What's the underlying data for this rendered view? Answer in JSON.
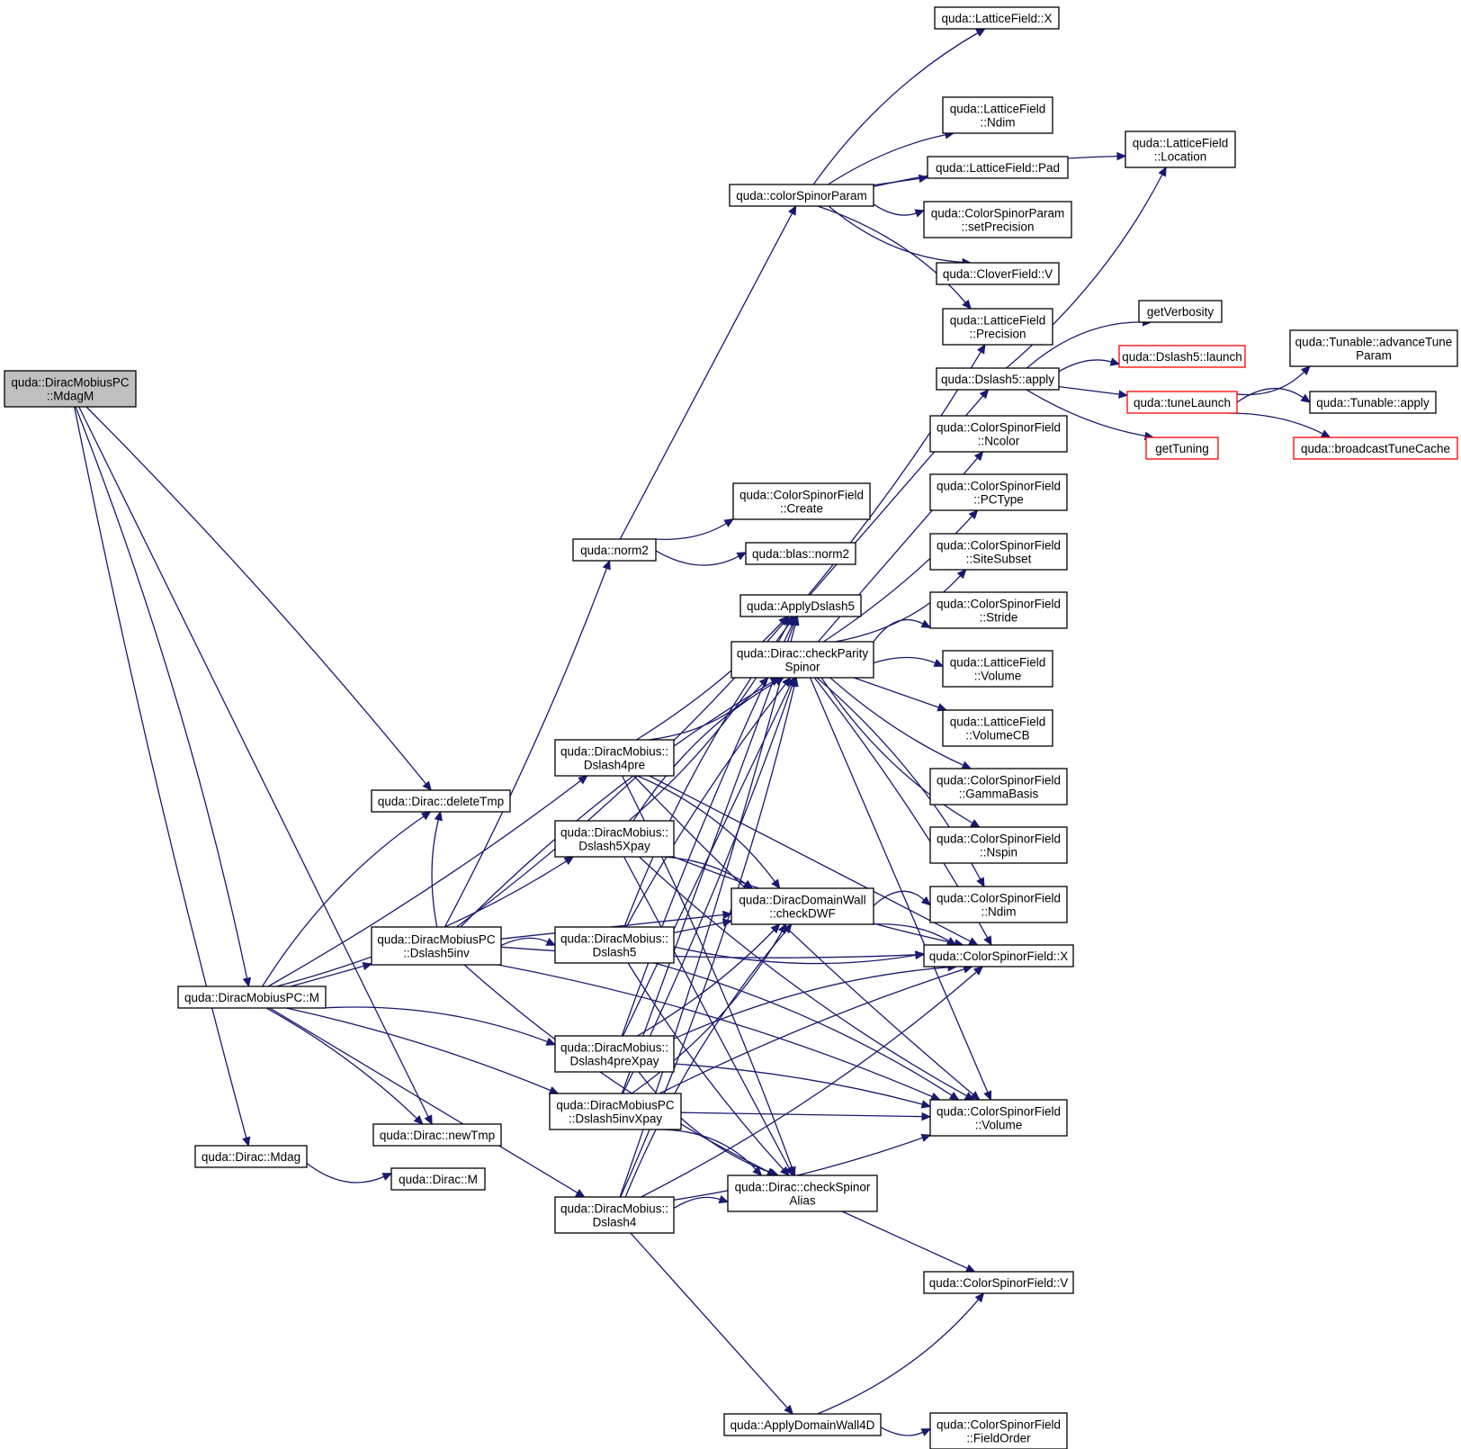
{
  "diagram": {
    "type": "call-graph",
    "root": "n_mdagm",
    "nodes": [
      {
        "id": "n_mdagm",
        "lines": [
          "quda::DiracMobiusPC",
          "::MdagM"
        ],
        "style": "root"
      },
      {
        "id": "n_pcM",
        "lines": [
          "quda::DiracMobiusPC::M"
        ]
      },
      {
        "id": "n_deleteTmp",
        "lines": [
          "quda::Dirac::deleteTmp"
        ]
      },
      {
        "id": "n_newTmp",
        "lines": [
          "quda::Dirac::newTmp"
        ]
      },
      {
        "id": "n_mdag",
        "lines": [
          "quda::Dirac::Mdag"
        ]
      },
      {
        "id": "n_diracM",
        "lines": [
          "quda::Dirac::M"
        ]
      },
      {
        "id": "n_dslash5inv",
        "lines": [
          "quda::DiracMobiusPC",
          "::Dslash5inv"
        ]
      },
      {
        "id": "n_norm2",
        "lines": [
          "quda::norm2"
        ]
      },
      {
        "id": "n_csp",
        "lines": [
          "quda::colorSpinorParam"
        ]
      },
      {
        "id": "n_lfX",
        "lines": [
          "quda::LatticeField::X"
        ]
      },
      {
        "id": "n_lfNdim",
        "lines": [
          "quda::LatticeField",
          "::Ndim"
        ]
      },
      {
        "id": "n_lfPad",
        "lines": [
          "quda::LatticeField::Pad"
        ]
      },
      {
        "id": "n_cspSetPrec",
        "lines": [
          "quda::ColorSpinorParam",
          "::setPrecision"
        ]
      },
      {
        "id": "n_cloverV",
        "lines": [
          "quda::CloverField::V"
        ]
      },
      {
        "id": "n_lfPrecision",
        "lines": [
          "quda::LatticeField",
          "::Precision"
        ]
      },
      {
        "id": "n_lfLocation",
        "lines": [
          "quda::LatticeField",
          "::Location"
        ]
      },
      {
        "id": "n_csfCreate",
        "lines": [
          "quda::ColorSpinorField",
          "::Create"
        ]
      },
      {
        "id": "n_blasNorm2",
        "lines": [
          "quda::blas::norm2"
        ]
      },
      {
        "id": "n_applyDslash5",
        "lines": [
          "quda::ApplyDslash5"
        ]
      },
      {
        "id": "n_checkParity",
        "lines": [
          "quda::Dirac::checkParity",
          "Spinor"
        ]
      },
      {
        "id": "n_d4pre",
        "lines": [
          "quda::DiracMobius::",
          "Dslash4pre"
        ]
      },
      {
        "id": "n_d5xpay",
        "lines": [
          "quda::DiracMobius::",
          "Dslash5Xpay"
        ]
      },
      {
        "id": "n_d5",
        "lines": [
          "quda::DiracMobius::",
          "Dslash5"
        ]
      },
      {
        "id": "n_d4prexpay",
        "lines": [
          "quda::DiracMobius::",
          "Dslash4preXpay"
        ]
      },
      {
        "id": "n_d5invxpay",
        "lines": [
          "quda::DiracMobiusPC",
          "::Dslash5invXpay"
        ]
      },
      {
        "id": "n_d4",
        "lines": [
          "quda::DiracMobius::",
          "Dslash4"
        ]
      },
      {
        "id": "n_checkDWF",
        "lines": [
          "quda::DiracDomainWall",
          "::checkDWF"
        ]
      },
      {
        "id": "n_checkAlias",
        "lines": [
          "quda::Dirac::checkSpinor",
          "Alias"
        ]
      },
      {
        "id": "n_applyDW4D",
        "lines": [
          "quda::ApplyDomainWall4D"
        ]
      },
      {
        "id": "n_dslash5apply",
        "lines": [
          "quda::Dslash5::apply"
        ]
      },
      {
        "id": "n_getVerbosity",
        "lines": [
          "getVerbosity"
        ]
      },
      {
        "id": "n_dslash5launch",
        "lines": [
          "quda::Dslash5::launch"
        ],
        "style": "red"
      },
      {
        "id": "n_tuneLaunch",
        "lines": [
          "quda::tuneLaunch"
        ],
        "style": "red"
      },
      {
        "id": "n_getTuning",
        "lines": [
          "getTuning"
        ],
        "style": "red"
      },
      {
        "id": "n_advTune",
        "lines": [
          "quda::Tunable::advanceTune",
          "Param"
        ]
      },
      {
        "id": "n_tunApply",
        "lines": [
          "quda::Tunable::apply"
        ]
      },
      {
        "id": "n_bcast",
        "lines": [
          "quda::broadcastTuneCache"
        ],
        "style": "red"
      },
      {
        "id": "n_csfNcolor",
        "lines": [
          "quda::ColorSpinorField",
          "::Ncolor"
        ]
      },
      {
        "id": "n_csfPCType",
        "lines": [
          "quda::ColorSpinorField",
          "::PCType"
        ]
      },
      {
        "id": "n_csfSiteSubset",
        "lines": [
          "quda::ColorSpinorField",
          "::SiteSubset"
        ]
      },
      {
        "id": "n_csfStride",
        "lines": [
          "quda::ColorSpinorField",
          "::Stride"
        ]
      },
      {
        "id": "n_lfVolume",
        "lines": [
          "quda::LatticeField",
          "::Volume"
        ]
      },
      {
        "id": "n_lfVolumeCB",
        "lines": [
          "quda::LatticeField",
          "::VolumeCB"
        ]
      },
      {
        "id": "n_csfGamma",
        "lines": [
          "quda::ColorSpinorField",
          "::GammaBasis"
        ]
      },
      {
        "id": "n_csfNspin",
        "lines": [
          "quda::ColorSpinorField",
          "::Nspin"
        ]
      },
      {
        "id": "n_csfNdim",
        "lines": [
          "quda::ColorSpinorField",
          "::Ndim"
        ]
      },
      {
        "id": "n_csfX",
        "lines": [
          "quda::ColorSpinorField::X"
        ]
      },
      {
        "id": "n_csfVolume",
        "lines": [
          "quda::ColorSpinorField",
          "::Volume"
        ]
      },
      {
        "id": "n_csfV",
        "lines": [
          "quda::ColorSpinorField::V"
        ]
      },
      {
        "id": "n_csfFieldOrder",
        "lines": [
          "quda::ColorSpinorField",
          "::FieldOrder"
        ]
      }
    ],
    "edges": [
      [
        "n_mdagm",
        "n_pcM"
      ],
      [
        "n_mdagm",
        "n_deleteTmp"
      ],
      [
        "n_mdagm",
        "n_newTmp"
      ],
      [
        "n_mdagm",
        "n_mdag"
      ],
      [
        "n_mdag",
        "n_diracM"
      ],
      [
        "n_pcM",
        "n_deleteTmp"
      ],
      [
        "n_pcM",
        "n_newTmp"
      ],
      [
        "n_pcM",
        "n_dslash5inv"
      ],
      [
        "n_pcM",
        "n_d4pre"
      ],
      [
        "n_pcM",
        "n_d5xpay"
      ],
      [
        "n_pcM",
        "n_d4prexpay"
      ],
      [
        "n_pcM",
        "n_d5invxpay"
      ],
      [
        "n_pcM",
        "n_d4"
      ],
      [
        "n_dslash5inv",
        "n_norm2"
      ],
      [
        "n_dslash5inv",
        "n_applyDslash5"
      ],
      [
        "n_dslash5inv",
        "n_checkParity"
      ],
      [
        "n_dslash5inv",
        "n_d5"
      ],
      [
        "n_dslash5inv",
        "n_checkDWF"
      ],
      [
        "n_dslash5inv",
        "n_csfX"
      ],
      [
        "n_dslash5inv",
        "n_checkAlias"
      ],
      [
        "n_dslash5inv",
        "n_csfVolume"
      ],
      [
        "n_dslash5inv",
        "n_deleteTmp"
      ],
      [
        "n_norm2",
        "n_csp"
      ],
      [
        "n_norm2",
        "n_csfCreate"
      ],
      [
        "n_norm2",
        "n_blasNorm2"
      ],
      [
        "n_csp",
        "n_lfX"
      ],
      [
        "n_csp",
        "n_lfNdim"
      ],
      [
        "n_csp",
        "n_lfPad"
      ],
      [
        "n_csp",
        "n_cspSetPrec"
      ],
      [
        "n_csp",
        "n_cloverV"
      ],
      [
        "n_csp",
        "n_lfPrecision"
      ],
      [
        "n_csp",
        "n_lfLocation"
      ],
      [
        "n_applyDslash5",
        "n_dslash5apply"
      ],
      [
        "n_applyDslash5",
        "n_lfPrecision"
      ],
      [
        "n_dslash5apply",
        "n_lfLocation"
      ],
      [
        "n_dslash5apply",
        "n_getVerbosity"
      ],
      [
        "n_dslash5apply",
        "n_dslash5launch"
      ],
      [
        "n_dslash5apply",
        "n_tuneLaunch"
      ],
      [
        "n_dslash5apply",
        "n_getTuning"
      ],
      [
        "n_tuneLaunch",
        "n_advTune"
      ],
      [
        "n_tuneLaunch",
        "n_tunApply"
      ],
      [
        "n_tuneLaunch",
        "n_bcast"
      ],
      [
        "n_checkParity",
        "n_csfNcolor"
      ],
      [
        "n_checkParity",
        "n_csfPCType"
      ],
      [
        "n_checkParity",
        "n_csfSiteSubset"
      ],
      [
        "n_checkParity",
        "n_csfStride"
      ],
      [
        "n_checkParity",
        "n_lfVolume"
      ],
      [
        "n_checkParity",
        "n_lfVolumeCB"
      ],
      [
        "n_checkParity",
        "n_csfGamma"
      ],
      [
        "n_checkParity",
        "n_csfNspin"
      ],
      [
        "n_checkParity",
        "n_csfNdim"
      ],
      [
        "n_checkParity",
        "n_csfX"
      ],
      [
        "n_checkParity",
        "n_csfVolume"
      ],
      [
        "n_d4pre",
        "n_applyDslash5"
      ],
      [
        "n_d4pre",
        "n_checkParity"
      ],
      [
        "n_d4pre",
        "n_checkDWF"
      ],
      [
        "n_d4pre",
        "n_checkAlias"
      ],
      [
        "n_d4pre",
        "n_csfX"
      ],
      [
        "n_d4pre",
        "n_csfVolume"
      ],
      [
        "n_d5xpay",
        "n_applyDslash5"
      ],
      [
        "n_d5xpay",
        "n_checkParity"
      ],
      [
        "n_d5xpay",
        "n_checkDWF"
      ],
      [
        "n_d5xpay",
        "n_checkAlias"
      ],
      [
        "n_d5xpay",
        "n_csfX"
      ],
      [
        "n_d5xpay",
        "n_csfVolume"
      ],
      [
        "n_d5",
        "n_applyDslash5"
      ],
      [
        "n_d5",
        "n_checkParity"
      ],
      [
        "n_d5",
        "n_checkDWF"
      ],
      [
        "n_d5",
        "n_checkAlias"
      ],
      [
        "n_d5",
        "n_csfX"
      ],
      [
        "n_d5",
        "n_csfVolume"
      ],
      [
        "n_d4prexpay",
        "n_applyDslash5"
      ],
      [
        "n_d4prexpay",
        "n_checkParity"
      ],
      [
        "n_d4prexpay",
        "n_checkDWF"
      ],
      [
        "n_d4prexpay",
        "n_checkAlias"
      ],
      [
        "n_d4prexpay",
        "n_csfX"
      ],
      [
        "n_d4prexpay",
        "n_csfVolume"
      ],
      [
        "n_d5invxpay",
        "n_applyDslash5"
      ],
      [
        "n_d5invxpay",
        "n_checkParity"
      ],
      [
        "n_d5invxpay",
        "n_checkDWF"
      ],
      [
        "n_d5invxpay",
        "n_checkAlias"
      ],
      [
        "n_d5invxpay",
        "n_csfX"
      ],
      [
        "n_d5invxpay",
        "n_csfVolume"
      ],
      [
        "n_d4",
        "n_applyDslash5"
      ],
      [
        "n_d4",
        "n_checkParity"
      ],
      [
        "n_d4",
        "n_checkDWF"
      ],
      [
        "n_d4",
        "n_checkAlias"
      ],
      [
        "n_d4",
        "n_applyDW4D"
      ],
      [
        "n_d4",
        "n_csfVolume"
      ],
      [
        "n_d4",
        "n_csfX"
      ],
      [
        "n_checkDWF",
        "n_csfNdim"
      ],
      [
        "n_checkDWF",
        "n_csfX"
      ],
      [
        "n_checkAlias",
        "n_csfV"
      ],
      [
        "n_applyDW4D",
        "n_csfFieldOrder"
      ],
      [
        "n_applyDW4D",
        "n_csfV"
      ]
    ]
  }
}
